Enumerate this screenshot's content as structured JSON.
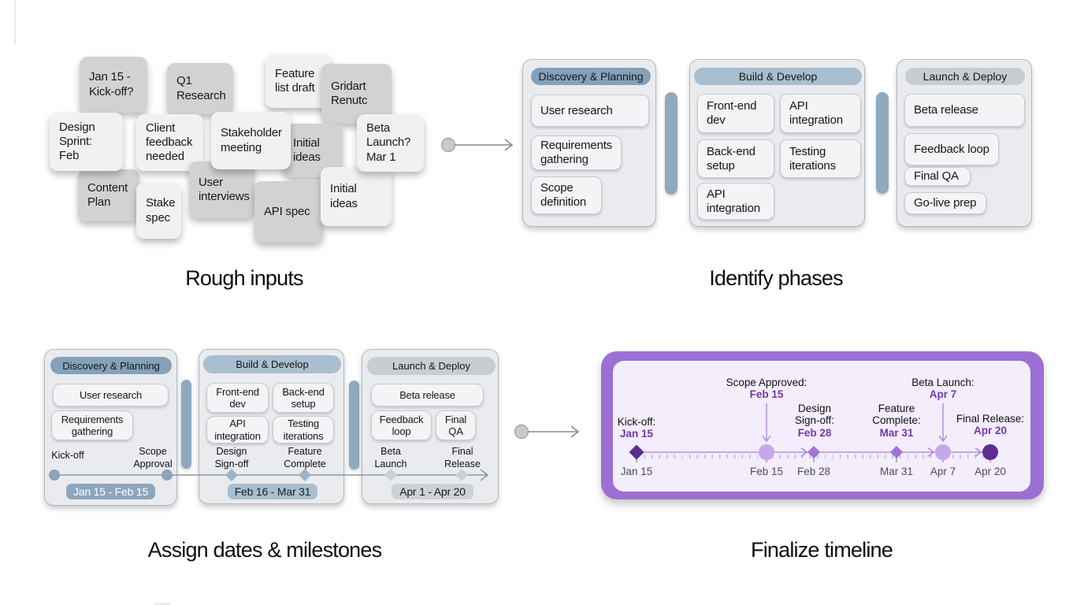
{
  "colors": {
    "steel_header_dark": "#84a1b9",
    "steel_header_light": "#a9bece",
    "steel_bar": "#8fa9bf",
    "gray_header": "#c8cdd3",
    "gray_pill": "#ced2d7",
    "purple_outer": "#9c70d3",
    "purple_inner": "#f3edfc",
    "purple_marker_dark": "#5b2b91",
    "purple_marker_mid": "#9d73d7",
    "purple_marker_light": "#c4a9ea",
    "purple_date_text": "#7439ac"
  },
  "rough_inputs": {
    "title": "Rough inputs",
    "notes": [
      {
        "text": "Jan 15 - Kick-off?",
        "tone": "gray"
      },
      {
        "text": "Q1 Research",
        "tone": "gray"
      },
      {
        "text": "Feature list draft",
        "tone": "light"
      },
      {
        "text": "Gridart Renutc",
        "tone": "gray"
      },
      {
        "text": "Design Sprint: Feb",
        "tone": "light"
      },
      {
        "text": "Client feedback needed",
        "tone": "light"
      },
      {
        "text": "Stakeholder meeting",
        "tone": "light"
      },
      {
        "text": "Initial ideas",
        "tone": "gray"
      },
      {
        "text": "Beta Launch? Mar 1",
        "tone": "light"
      },
      {
        "text": "Content Plan",
        "tone": "gray"
      },
      {
        "text": "Stake spec",
        "tone": "light"
      },
      {
        "text": "User interviews",
        "tone": "gray"
      },
      {
        "text": "API spec",
        "tone": "gray"
      },
      {
        "text": "Initial ideas",
        "tone": "light"
      }
    ]
  },
  "identify_phases": {
    "title": "Identify phases",
    "columns": [
      {
        "header": "Discovery & Planning",
        "items": [
          "User research",
          "Requirements gathering",
          "Scope definition"
        ]
      },
      {
        "header": "Build & Develop",
        "items": [
          "Front-end dev",
          "API integration",
          "Back-end setup",
          "Testing iterations",
          "API integration"
        ]
      },
      {
        "header": "Launch & Deploy",
        "items": [
          "Beta release",
          "Feedback loop",
          "Final QA",
          "Go-live prep"
        ]
      }
    ]
  },
  "assign_dates": {
    "title": "Assign dates & milestones",
    "phases": [
      {
        "header": "Discovery & Planning",
        "items": [
          "User research",
          "Requirements gathering"
        ],
        "milestones": [
          "Kick-off",
          "Scope Approval"
        ],
        "date_range": "Jan 15 - Feb 15"
      },
      {
        "header": "Build & Develop",
        "items": [
          "Front-end dev",
          "Back-end setup",
          "API integration",
          "Testing iterations"
        ],
        "milestones": [
          "Design Sign-off",
          "Feature Complete"
        ],
        "date_range": "Feb 16 - Mar 31"
      },
      {
        "header": "Launch & Deploy",
        "items": [
          "Beta release",
          "Feedback loop",
          "Final QA"
        ],
        "milestones": [
          "Beta Launch",
          "Final Release"
        ],
        "date_range": "Apr 1 - Apr 20"
      }
    ]
  },
  "finalize_timeline": {
    "title": "Finalize timeline",
    "milestones": [
      {
        "label": "Kick-off:",
        "date": "Jan 15",
        "axis_label": "Jan 15",
        "marker": "diamond-dark"
      },
      {
        "label": "Scope Approved:",
        "date": "Feb 15",
        "axis_label": "Feb 15",
        "marker": "circle-light"
      },
      {
        "label": "Design Sign-off:",
        "date": "Feb 28",
        "axis_label": "Feb 28",
        "marker": "diamond-mid"
      },
      {
        "label": "Feature Complete:",
        "date": "Mar 31",
        "axis_label": "Mar 31",
        "marker": "diamond-mid"
      },
      {
        "label": "Beta Launch:",
        "date": "Apr 7",
        "axis_label": "Apr 7",
        "marker": "circle-light"
      },
      {
        "label": "Final Release:",
        "date": "Apr 20",
        "axis_label": "Apr 20",
        "marker": "circle-dark"
      }
    ]
  }
}
